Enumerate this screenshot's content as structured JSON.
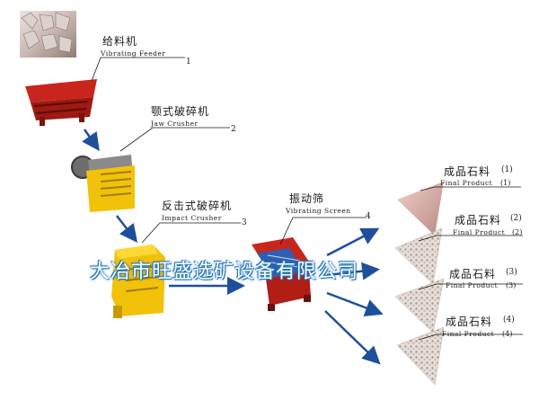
{
  "colors": {
    "machine_red": "#c8261c",
    "machine_yellow": "#f2c20a",
    "arrow_blue": "#1e4f9c",
    "watermark_blue": "#1f6fb4",
    "stone_pink": "#d9a6a0"
  },
  "steps": [
    {
      "cn": "给料机",
      "en": "Vibrating Feeder",
      "num": "1",
      "icon": "vibrating-feeder-icon"
    },
    {
      "cn": "颚式破碎机",
      "en": "Jaw Crusher",
      "num": "2",
      "icon": "jaw-crusher-icon"
    },
    {
      "cn": "反击式破碎机",
      "en": "Impact Crusher",
      "num": "3",
      "icon": "impact-crusher-icon"
    },
    {
      "cn": "振动筛",
      "en": "Vibrating Screen",
      "num": "4",
      "icon": "vibrating-screen-icon"
    }
  ],
  "products": [
    {
      "cn": "成品石料",
      "en": "Final Product",
      "num": "(1)"
    },
    {
      "cn": "成品石料",
      "en": "Final Product",
      "num": "(2)"
    },
    {
      "cn": "成品石料",
      "en": "Final Product",
      "num": "(3)"
    },
    {
      "cn": "成品石料",
      "en": "Final Product",
      "num": "(4)"
    }
  ],
  "watermark": "大冶市旺盛选矿设备有限公司"
}
